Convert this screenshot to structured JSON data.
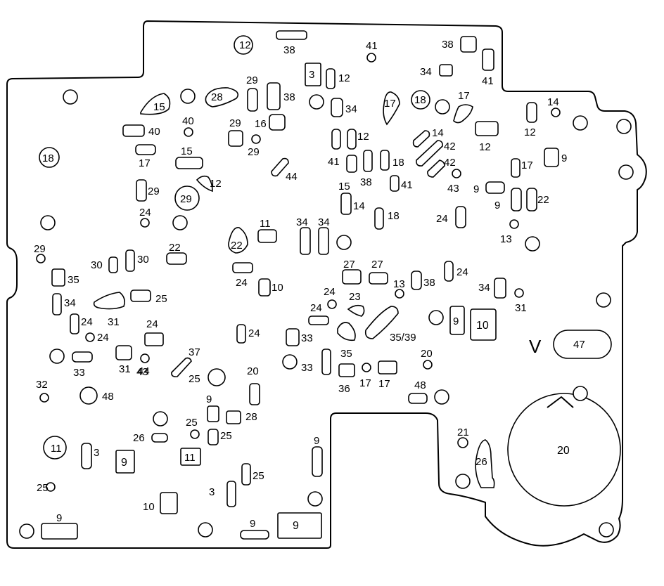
{
  "diagram": {
    "labels": [
      "12",
      "38",
      "41",
      "38",
      "3",
      "12",
      "34",
      "41",
      "29",
      "38",
      "28",
      "15",
      "17",
      "18",
      "17",
      "14",
      "34",
      "16",
      "40",
      "40",
      "29",
      "12",
      "18",
      "12",
      "14",
      "12",
      "42",
      "9",
      "29",
      "15",
      "17",
      "42",
      "41",
      "18",
      "17",
      "44",
      "12",
      "29",
      "15",
      "38",
      "41",
      "43",
      "9",
      "29",
      "9",
      "22",
      "14",
      "18",
      "24",
      "24",
      "11",
      "34",
      "34",
      "13",
      "22",
      "22",
      "29",
      "30",
      "30",
      "27",
      "27",
      "24",
      "13",
      "38",
      "24",
      "35",
      "34",
      "10",
      "34",
      "25",
      "24",
      "24",
      "31",
      "23",
      "24",
      "24",
      "31",
      "24",
      "24",
      "33",
      "35/39",
      "9",
      "10",
      "31",
      "33",
      "47",
      "37",
      "35",
      "20",
      "43",
      "44",
      "33",
      "25",
      "36",
      "17",
      "17",
      "20",
      "32",
      "48",
      "48",
      "9",
      "28",
      "25",
      "26",
      "25",
      "9",
      "11",
      "9",
      "3",
      "26",
      "21",
      "25",
      "3",
      "25",
      "9",
      "9",
      "10",
      "25"
    ],
    "v_mark": "V"
  }
}
